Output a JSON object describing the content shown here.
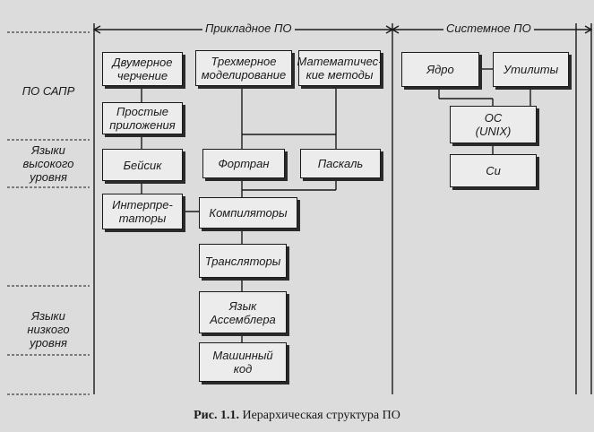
{
  "headers": {
    "applied": "Прикладное ПО",
    "system": "Системное ПО"
  },
  "side_labels": {
    "cad": "ПО САПР",
    "high_level": [
      "Языки",
      "высокого",
      "уровня"
    ],
    "low_level": [
      "Языки",
      "низкого",
      "уровня"
    ]
  },
  "nodes": {
    "drafting_2d": [
      "Двумерное",
      "черчение"
    ],
    "modeling_3d": [
      "Трехмерное",
      "моделирование"
    ],
    "math_methods": [
      "Математичес-",
      "кие методы"
    ],
    "simple_apps": [
      "Простые",
      "приложения"
    ],
    "basic": [
      "Бейсик"
    ],
    "fortran": [
      "Фортран"
    ],
    "pascal": [
      "Паскаль"
    ],
    "interpreters": [
      "Интерпре-",
      "таторы"
    ],
    "compilers": [
      "Компиляторы"
    ],
    "translators": [
      "Трансляторы"
    ],
    "assembler": [
      "Язык",
      "Ассемблера"
    ],
    "machine_code": [
      "Машинный",
      "код"
    ],
    "kernel": [
      "Ядро"
    ],
    "utilities": [
      "Утилиты"
    ],
    "os_unix": [
      "ОС",
      "(UNIX)"
    ],
    "c_lang": [
      "Си"
    ]
  },
  "caption": {
    "number": "Рис. 1.1.",
    "text": "Иерархическая структура ПО"
  }
}
